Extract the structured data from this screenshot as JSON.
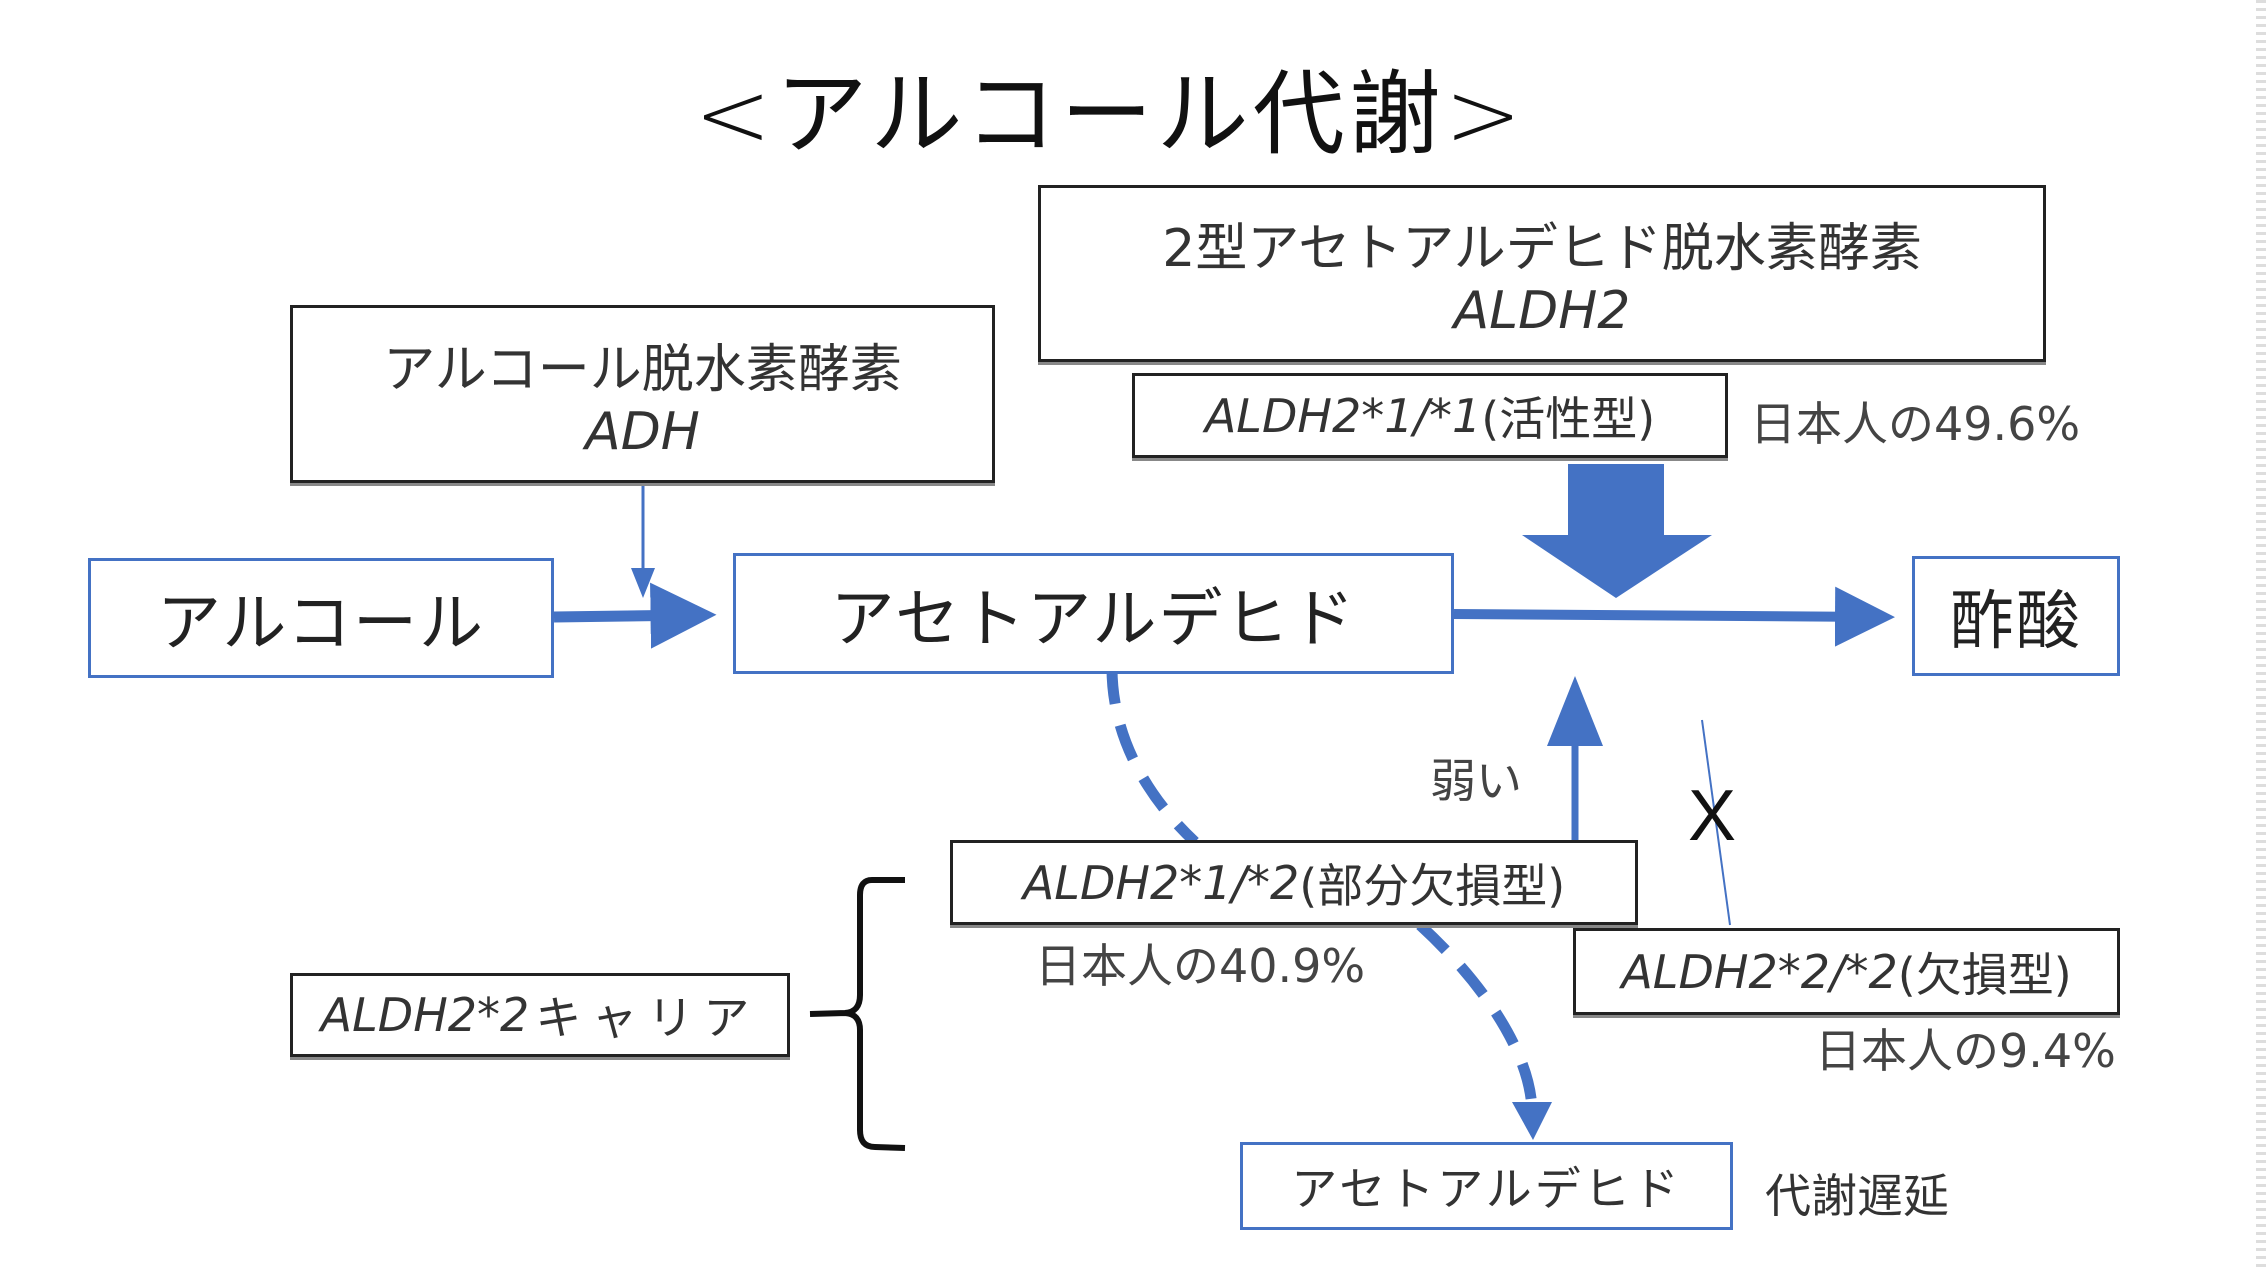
{
  "title": "<アルコール代謝>",
  "enzymes": {
    "adh": {
      "name_ja": "アルコール脱水素酵素",
      "symbol": "ADH"
    },
    "aldh2": {
      "name_ja": "2型アセトアルデヒド脱水素酵素",
      "symbol": "ALDH2"
    }
  },
  "metabolites": {
    "alcohol": "アルコール",
    "acetaldehyde": "アセトアルデヒド",
    "acetic_acid": "酢酸",
    "acetaldehyde_delayed": "アセトアルデヒド"
  },
  "genotypes": [
    {
      "id": "g11",
      "symbol": "ALDH2*1/*1",
      "type": "(活性型)",
      "share_label": "日本人の49.6%",
      "share_percent": 49.6
    },
    {
      "id": "g12",
      "symbol": "ALDH2*1/*2",
      "type": "(部分欠損型)",
      "share_label": "日本人の40.9%",
      "share_percent": 40.9
    },
    {
      "id": "g22",
      "symbol": "ALDH2*2/*2",
      "type": "(欠損型)",
      "share_label": "日本人の9.4%",
      "share_percent": 9.4
    }
  ],
  "carrier": {
    "symbol": "ALDH2*2",
    "label": "キャリア"
  },
  "annotations": {
    "weak": "弱い",
    "blocked": "X",
    "delayed_metabolism": "代謝遅延"
  },
  "colors": {
    "accent_blue": "#4472c4",
    "box_border": "#222222",
    "text": "#222222"
  }
}
